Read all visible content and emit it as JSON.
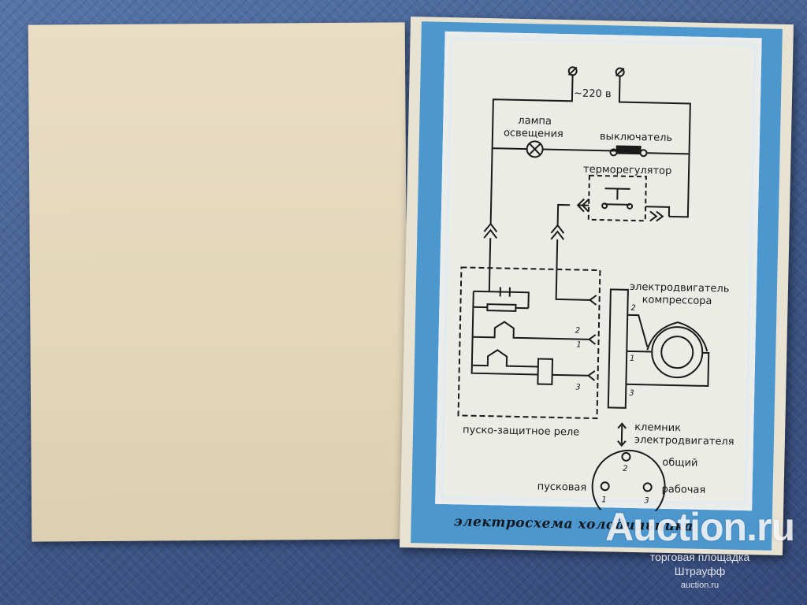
{
  "diagram": {
    "voltage_label": "~220 в",
    "lamp_label_line1": "лампа",
    "lamp_label_line2": "освещения",
    "switch_label": "выключатель",
    "thermo_label": "терморегулятор",
    "motor_label_line1": "электродвигатель",
    "motor_label_line2": "компрессора",
    "relay_label": "пуско-защитное реле",
    "terminal_label_line1": "клемник",
    "terminal_label_line2": "электродвигателя",
    "pin_common": "общий",
    "pin_start": "пусковая",
    "pin_work": "рабочая",
    "num_1": "1",
    "num_2": "2",
    "num_3": "3",
    "caption": "электросхема холодильника"
  },
  "watermark": {
    "logo": "Auction.ru",
    "line1": "торговая площадка",
    "line2": "Штрауфф",
    "line3": "auction.ru"
  },
  "colors": {
    "blue_border": "#4d97cf",
    "paper": "#e9ddc4",
    "fabric": "#3f5a8c"
  }
}
